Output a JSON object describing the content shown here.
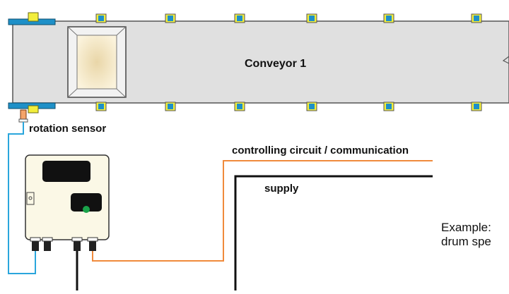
{
  "conveyor": {
    "label": "Conveyor 1"
  },
  "sensor": {
    "label": "rotation sensor"
  },
  "lines": {
    "control_label": "controlling circuit / communication",
    "supply_label": "supply"
  },
  "note": {
    "line1": "Example:",
    "line2": "drum spe"
  },
  "colors": {
    "belt": "#e0e0e0",
    "roller_blue": "#1e90c8",
    "roller_yellow": "#f2ee3c",
    "control_line": "#f08a3c",
    "supply_line": "#111111",
    "sensor_wire": "#2aa6dc",
    "housing": "#fbf8e6"
  }
}
